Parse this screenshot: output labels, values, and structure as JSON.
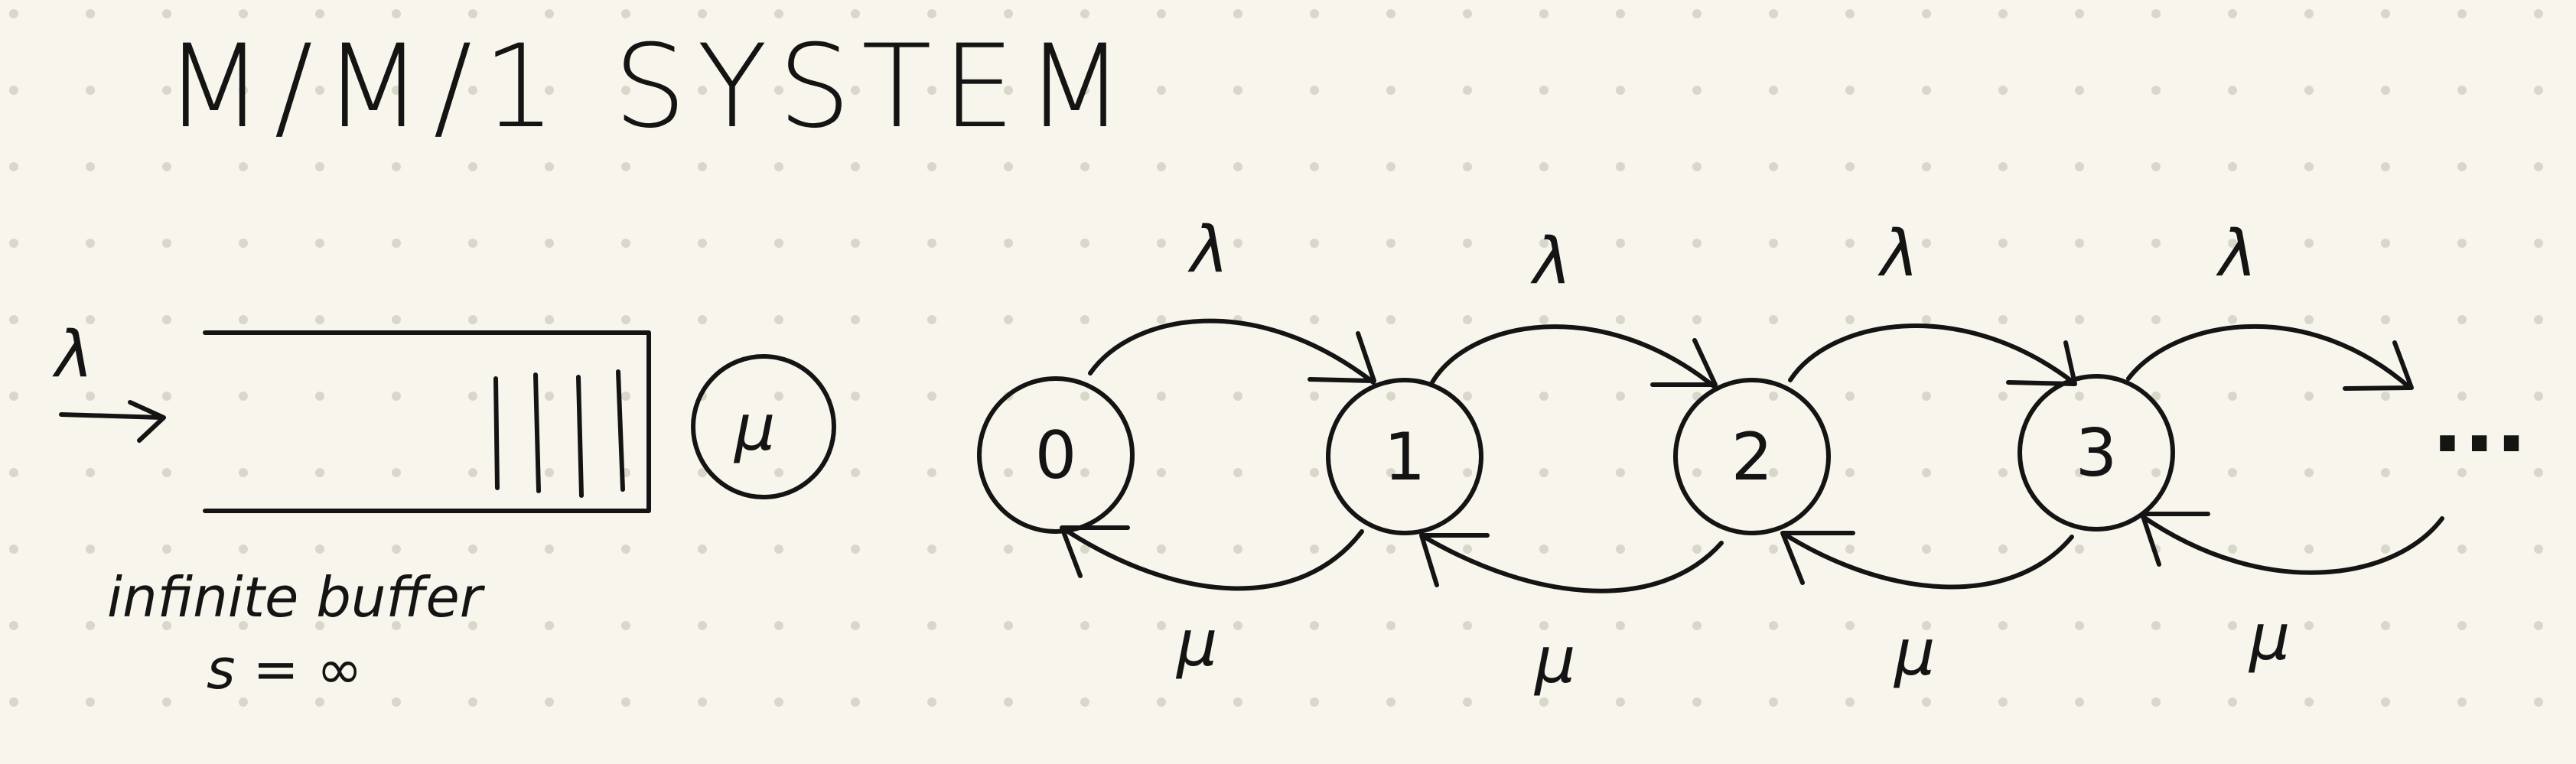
{
  "title": "M/M/1 SYSTEM",
  "queue": {
    "arrival_rate": "λ",
    "server_rate": "μ",
    "buffer_caption": "infinite buffer",
    "buffer_size": "s = ∞"
  },
  "chain": {
    "states": [
      "0",
      "1",
      "2",
      "3"
    ],
    "forward_rate": "λ",
    "backward_rate": "μ",
    "continuation": "..."
  },
  "colors": {
    "background": "#f8f6ec",
    "ink": "#141414",
    "grid_dots": "#d9d6ca"
  }
}
